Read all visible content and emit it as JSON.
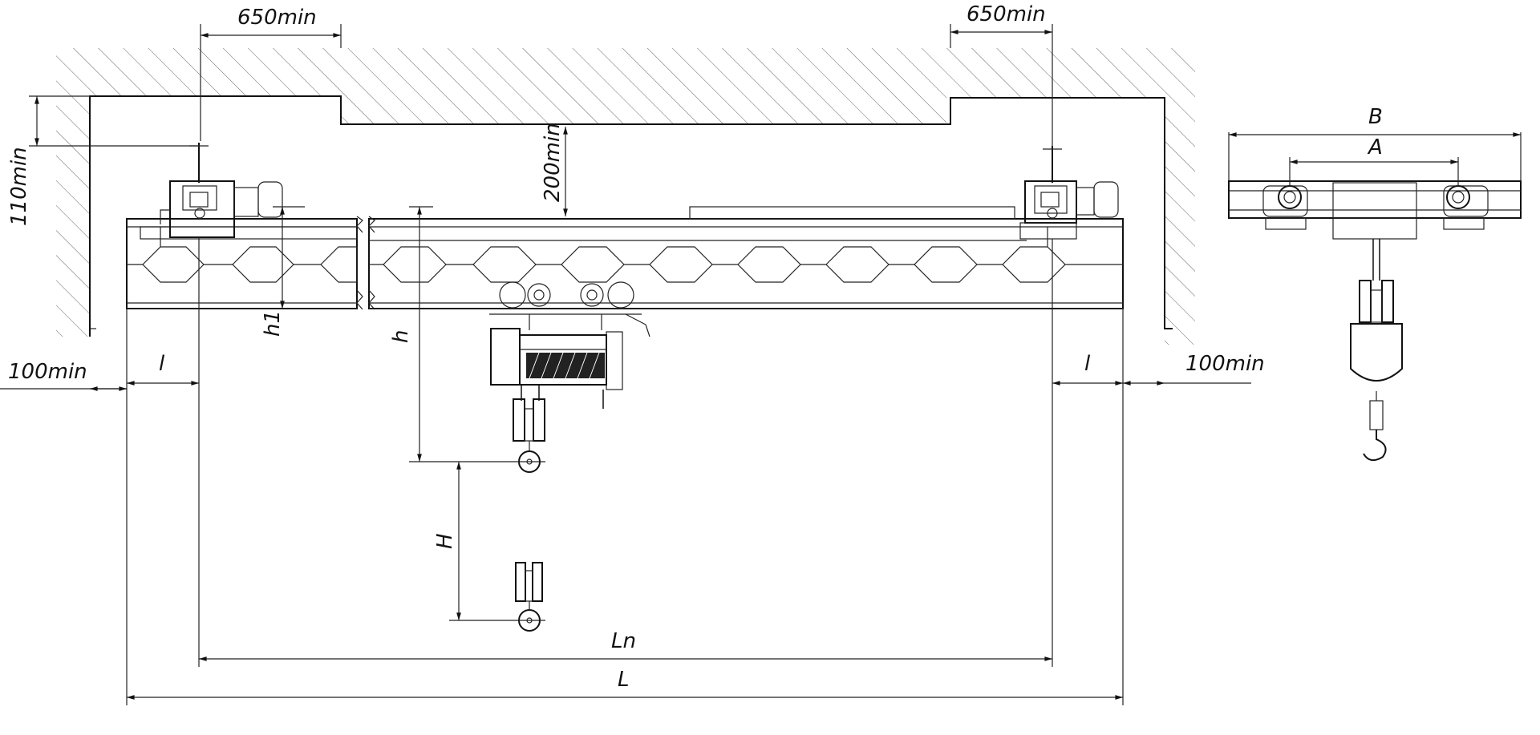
{
  "labels": {
    "min650_left": "650min",
    "min650_right": "650min",
    "min110": "110min",
    "min200": "200min",
    "min100_left": "100min",
    "min100_right": "100min",
    "l_left": "l",
    "l_right": "l",
    "h1": "h1",
    "h": "h",
    "H": "H",
    "Ln": "Ln",
    "L": "L",
    "B": "B",
    "A": "A"
  }
}
